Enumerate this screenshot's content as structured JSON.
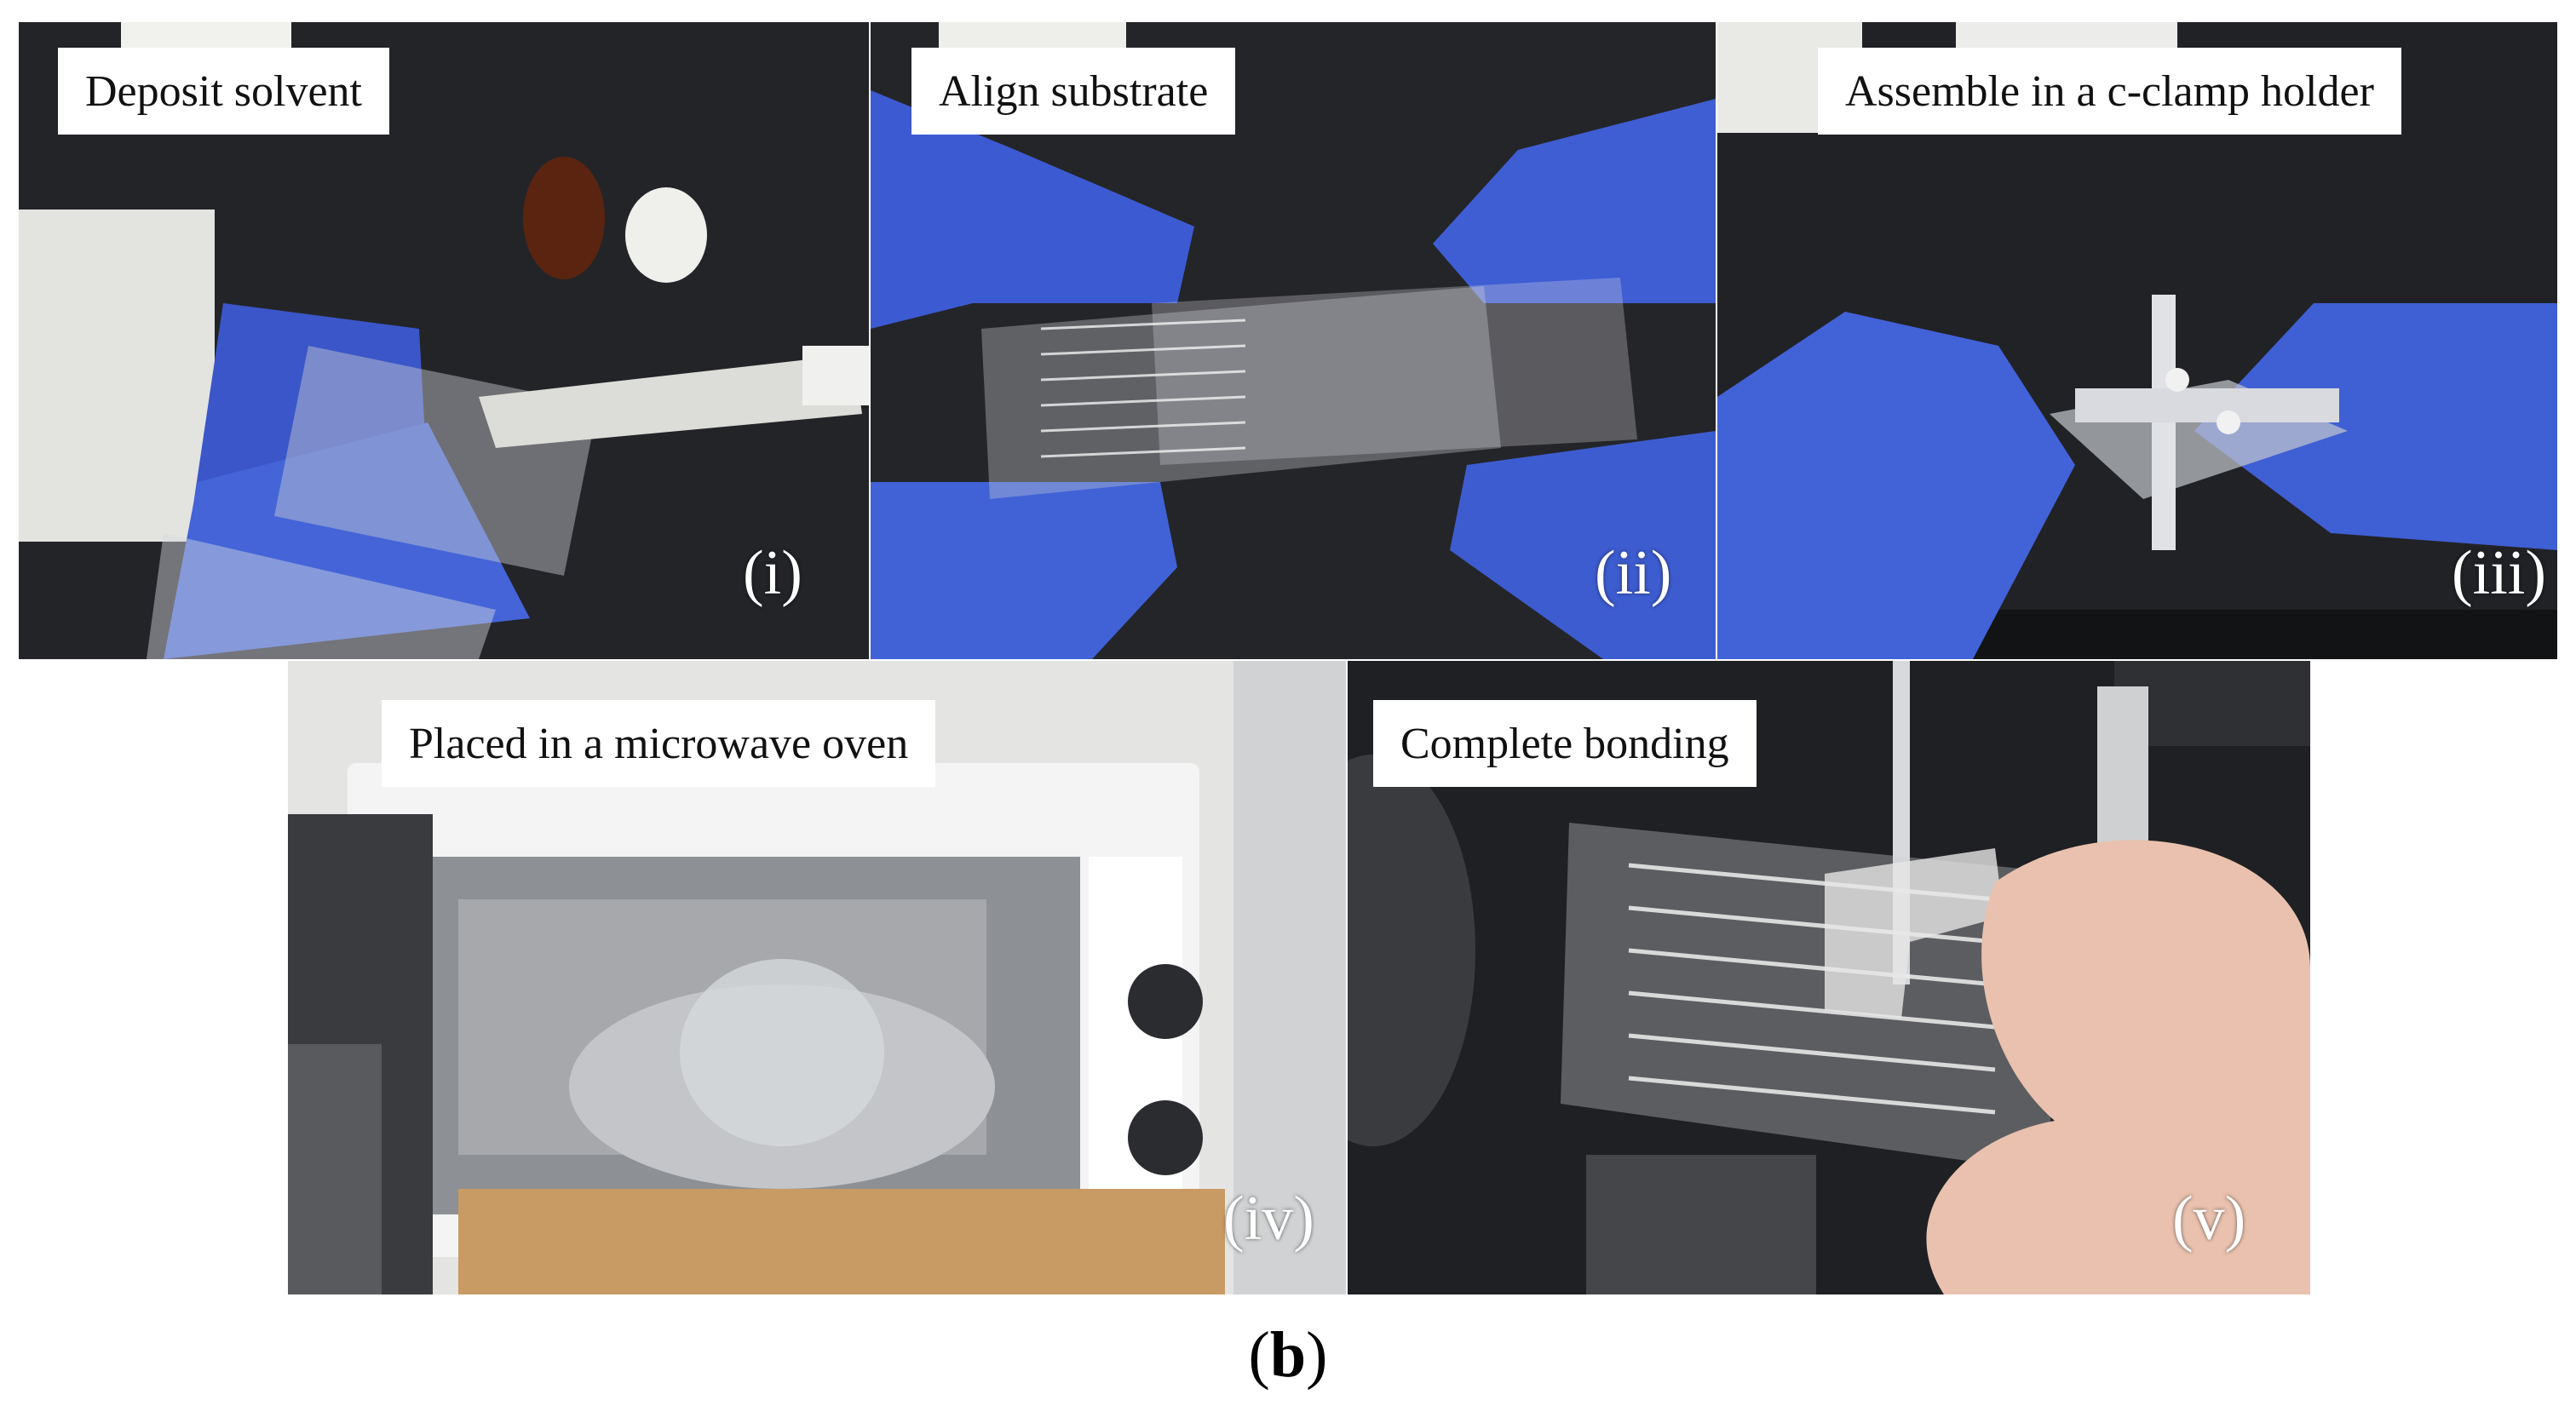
{
  "figure": {
    "panels": [
      {
        "id": "i",
        "label": "Deposit solvent",
        "numeral": "(i)"
      },
      {
        "id": "ii",
        "label": "Align substrate",
        "numeral": "(ii)"
      },
      {
        "id": "iii",
        "label": "Assemble in a c-clamp holder",
        "numeral": "(iii)"
      },
      {
        "id": "iv",
        "label": "Placed in a microwave oven",
        "numeral": "(iv)"
      },
      {
        "id": "v",
        "label": "Complete bonding",
        "numeral": "(v)"
      }
    ],
    "caption_open": "(",
    "caption_letter": "b",
    "caption_close": ")"
  }
}
